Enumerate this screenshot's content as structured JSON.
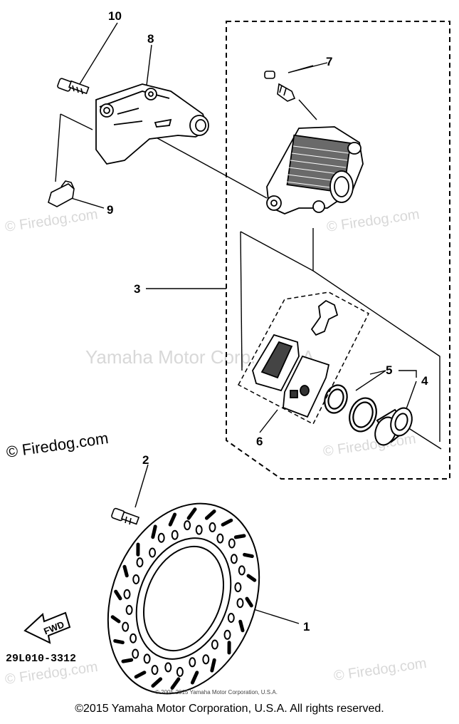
{
  "callouts": {
    "c1": "1",
    "c2": "2",
    "c3": "3",
    "c4": "4",
    "c5": "5",
    "c6": "6",
    "c7": "7",
    "c8": "8",
    "c9": "9",
    "c10": "10"
  },
  "part_code": "29L010-3312",
  "fwd_label": "FWD",
  "watermarks": {
    "firedog": "© Firedog.com",
    "yamaha": "Yamaha Motor Corp., U.S.A.",
    "small_copyright": "© 2005-2015 Yamaha Motor Corporation, U.S.A."
  },
  "footer": "©2015 Yamaha Motor Corporation, U.S.A. All rights reserved.",
  "colors": {
    "ink": "#000000",
    "watermark": "#d8d8d8",
    "background": "#ffffff"
  }
}
